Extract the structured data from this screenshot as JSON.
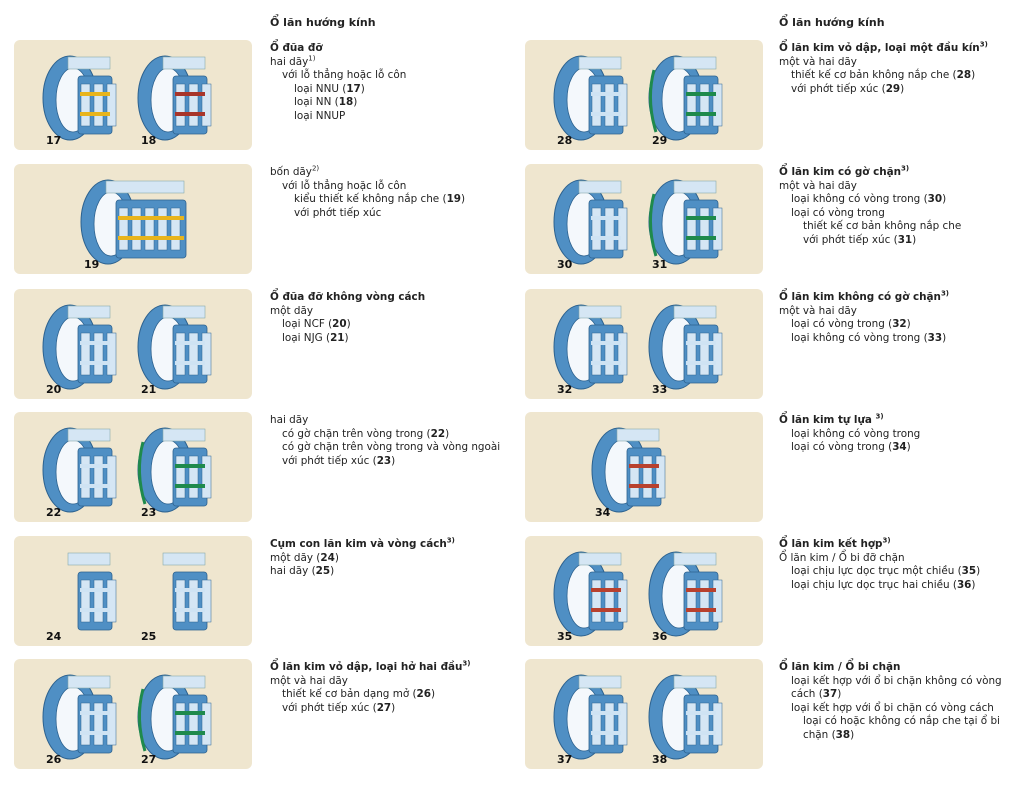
{
  "left_column": {
    "header": "Ổ lăn hướng kính",
    "sections": [
      {
        "images": [
          {
            "number": "17",
            "accent": "#e8b41c"
          },
          {
            "number": "18",
            "accent": "#a8352a"
          }
        ],
        "lines": [
          {
            "text": "Ổ đũa đỡ",
            "bold": true,
            "indent": 0
          },
          {
            "text": "hai dãy",
            "sup": "1)",
            "indent": 0
          },
          {
            "text": "với lỗ thẳng hoặc lỗ côn",
            "indent": 1
          },
          {
            "text": "loại NNU ",
            "ref": "17",
            "indent": 2
          },
          {
            "text": "loại NN ",
            "ref": "18",
            "indent": 2
          },
          {
            "text": "loại NNUP",
            "indent": 2
          }
        ]
      },
      {
        "images": [
          {
            "number": "19",
            "accent": "#e8b41c",
            "wide": true
          }
        ],
        "lines": [
          {
            "text": "bốn dãy",
            "sup": "2)",
            "indent": 0
          },
          {
            "text": "với lỗ thẳng hoặc lỗ côn",
            "indent": 1
          },
          {
            "text": "kiểu thiết kế không nắp che ",
            "ref": "19",
            "indent": 2
          },
          {
            "text": "với phớt tiếp xúc",
            "indent": 2
          }
        ]
      },
      {
        "images": [
          {
            "number": "20",
            "accent": "#cfe3f3"
          },
          {
            "number": "21",
            "accent": "#cfe3f3"
          }
        ],
        "lines": [
          {
            "text": "Ổ đũa đỡ không vòng cách",
            "bold": true,
            "indent": 0
          },
          {
            "text": "một dãy",
            "indent": 0
          },
          {
            "text": "loại NCF ",
            "ref": "20",
            "indent": 1
          },
          {
            "text": "loại NJG ",
            "ref": "21",
            "indent": 1
          }
        ]
      },
      {
        "images": [
          {
            "number": "22",
            "accent": "#cfe3f3"
          },
          {
            "number": "23",
            "accent": "#1f8a4c"
          }
        ],
        "lines": [
          {
            "text": "hai dãy",
            "indent": 0
          },
          {
            "text": "có gờ chặn trên vòng trong ",
            "ref": "22",
            "indent": 1
          },
          {
            "text": "có gờ chặn trên vòng trong và vòng ngoài",
            "indent": 1
          },
          {
            "text": "với phớt tiếp xúc ",
            "ref": "23",
            "indent": 1
          }
        ]
      },
      {
        "images": [
          {
            "number": "24",
            "accent": "#cfe3f3",
            "cage": true
          },
          {
            "number": "25",
            "accent": "#cfe3f3",
            "cage": true
          }
        ],
        "lines": [
          {
            "text": "Cụm con lăn kim và vòng cách",
            "sup": "3)",
            "bold": true,
            "indent": 0
          },
          {
            "text": "một dãy ",
            "ref": "24",
            "indent": 0
          },
          {
            "text": "hai dãy ",
            "ref": "25",
            "indent": 0
          }
        ]
      },
      {
        "images": [
          {
            "number": "26",
            "accent": "#cfe3f3"
          },
          {
            "number": "27",
            "accent": "#1f8a4c"
          }
        ],
        "lines": [
          {
            "text": "Ổ lăn kim vỏ dập, loại hở hai đầu",
            "sup": "3)",
            "bold": true,
            "indent": 0
          },
          {
            "text": "một và hai dãy",
            "indent": 0
          },
          {
            "text": "thiết kế cơ bản dạng mở ",
            "ref": "26",
            "indent": 1
          },
          {
            "text": "với phớt tiếp xúc ",
            "ref": "27",
            "indent": 1
          }
        ]
      }
    ]
  },
  "right_column": {
    "header": "Ổ lăn hướng kính",
    "sections": [
      {
        "images": [
          {
            "number": "28",
            "accent": "#cfe3f3"
          },
          {
            "number": "29",
            "accent": "#1f8a4c"
          }
        ],
        "lines": [
          {
            "text": "Ổ lăn kim vỏ dập, loại một đầu kín",
            "sup": "3)",
            "bold": true,
            "indent": 0
          },
          {
            "text": "một và hai dãy",
            "indent": 0
          },
          {
            "text": "thiết kế cơ bản không nắp che ",
            "ref": "28",
            "indent": 1
          },
          {
            "text": "với phớt tiếp xúc ",
            "ref": "29",
            "indent": 1
          }
        ]
      },
      {
        "images": [
          {
            "number": "30",
            "accent": "#cfe3f3"
          },
          {
            "number": "31",
            "accent": "#1f8a4c"
          }
        ],
        "lines": [
          {
            "text": "Ổ lăn kim có gờ chặn",
            "sup": "3)",
            "bold": true,
            "indent": 0
          },
          {
            "text": "một và hai dãy",
            "indent": 0
          },
          {
            "text": "loại không có vòng trong ",
            "ref": "30",
            "indent": 1
          },
          {
            "text": "loại có vòng trong",
            "indent": 1
          },
          {
            "text": "thiết kế cơ bản không nắp che",
            "indent": 2
          },
          {
            "text": "với phớt tiếp xúc ",
            "ref": "31",
            "indent": 2
          }
        ]
      },
      {
        "images": [
          {
            "number": "32",
            "accent": "#cfe3f3"
          },
          {
            "number": "33",
            "accent": "#cfe3f3"
          }
        ],
        "lines": [
          {
            "text": "Ổ lăn kim không có gờ chặn",
            "sup": "3)",
            "bold": true,
            "indent": 0
          },
          {
            "text": "một và hai dãy",
            "indent": 0
          },
          {
            "text": "loại có vòng trong ",
            "ref": "32",
            "indent": 1
          },
          {
            "text": "loại không có vòng trong ",
            "ref": "33",
            "indent": 1
          }
        ]
      },
      {
        "images": [
          {
            "number": "34",
            "accent": "#b8412e",
            "single": true
          }
        ],
        "lines": [
          {
            "text": "Ổ lăn kim tự lựa ",
            "sup": "3)",
            "bold": true,
            "indent": 0
          },
          {
            "text": "loại không có vòng trong",
            "indent": 1
          },
          {
            "text": "loại có vòng trong ",
            "ref": "34",
            "indent": 1
          }
        ]
      },
      {
        "images": [
          {
            "number": "35",
            "accent": "#b8412e"
          },
          {
            "number": "36",
            "accent": "#b8412e"
          }
        ],
        "lines": [
          {
            "text": "Ổ lăn kim kết hợp",
            "sup": "3)",
            "bold": true,
            "indent": 0
          },
          {
            "text": "Ổ lăn kim / Ổ bi đỡ chặn",
            "indent": 0
          },
          {
            "text": "loại chịu lực dọc trục một chiều ",
            "ref": "35",
            "indent": 1
          },
          {
            "text": "loại chịu lực dọc trục hai chiều ",
            "ref": "36",
            "indent": 1
          }
        ]
      },
      {
        "images": [
          {
            "number": "37",
            "accent": "#cfe3f3"
          },
          {
            "number": "38",
            "accent": "#cfe3f3"
          }
        ],
        "lines": [
          {
            "text": "Ổ lăn kim / Ổ bi chặn",
            "bold": true,
            "indent": 0
          },
          {
            "text": "loại kết hợp với ổ bi chặn không có vòng cách ",
            "ref": "37",
            "indent": 1
          },
          {
            "text": "loại kết hợp với ổ bi chặn có vòng cách",
            "indent": 1
          },
          {
            "text": "loại có hoặc không có nắp che tại ổ bi chặn ",
            "ref": "38",
            "indent": 2
          }
        ]
      }
    ]
  }
}
